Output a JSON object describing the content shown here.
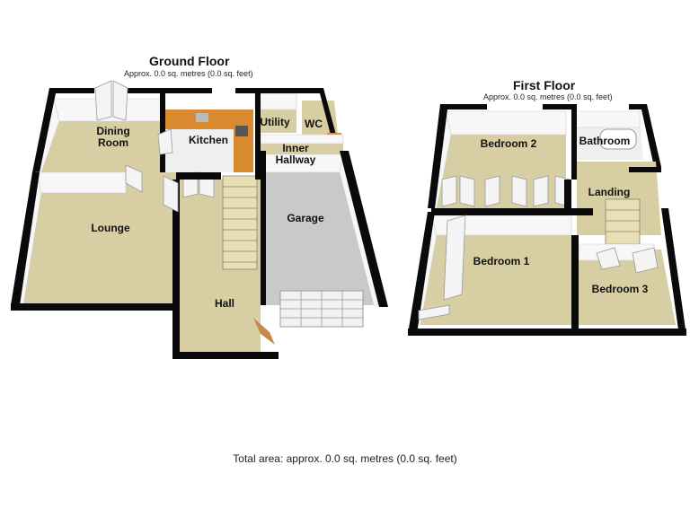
{
  "ground_floor": {
    "title": "Ground Floor",
    "area": "Approx. 0.0 sq. metres (0.0 sq. feet)",
    "rooms": {
      "dining_room": "Dining Room",
      "kitchen": "Kitchen",
      "utility": "Utility",
      "wc": "WC",
      "inner_hallway": "Inner Hallway",
      "lounge": "Lounge",
      "garage": "Garage",
      "hall": "Hall"
    }
  },
  "first_floor": {
    "title": "First Floor",
    "area": "Approx. 0.0 sq. metres (0.0 sq. feet)",
    "rooms": {
      "bedroom_2": "Bedroom 2",
      "bathroom": "Bathroom",
      "landing": "Landing",
      "bedroom_1": "Bedroom 1",
      "bedroom_3": "Bedroom 3"
    }
  },
  "total_area": "Total area: approx. 0.0 sq. metres (0.0 sq. feet)",
  "colors": {
    "floor": "#d8cea4",
    "garage_floor": "#c9c9c9",
    "wall": "#0a0a0a",
    "kitchen_worktop": "#d9892f"
  }
}
